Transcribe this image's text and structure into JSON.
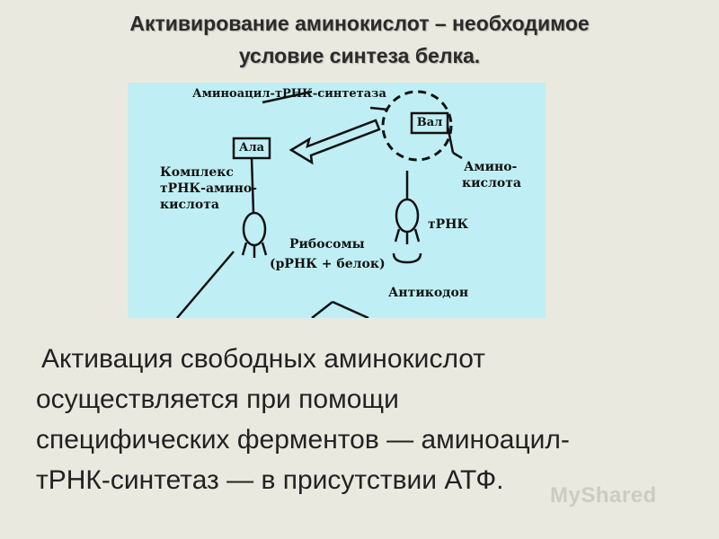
{
  "title": {
    "line1": "Активирование аминокислот – необходимое",
    "line2": "условие синтеза белка."
  },
  "diagram": {
    "labels": {
      "enzyme": "Аминоацил-тРНК-синтетаза",
      "ala": "Ала",
      "val": "Вал",
      "complex1": "Комплекс",
      "complex2": "тРНК-амино-",
      "complex3": "кислота",
      "amino1": "Амино-",
      "amino2": "кислота",
      "ribosomes1": "Рибосомы",
      "ribosomes2": "(рРНК + белок)",
      "trna": "тРНК",
      "anticodon": "Антикодон"
    },
    "colors": {
      "background": "#bfeff4",
      "ink": "#111111"
    }
  },
  "body": {
    "line1": "Активация свободных аминокислот",
    "line2": "осуществляется при помощи",
    "line3": "специфических ферментов — аминоацил-",
    "line4": "тРНК-синтетаз — в присутствии АТФ."
  },
  "watermark": "MyShared"
}
